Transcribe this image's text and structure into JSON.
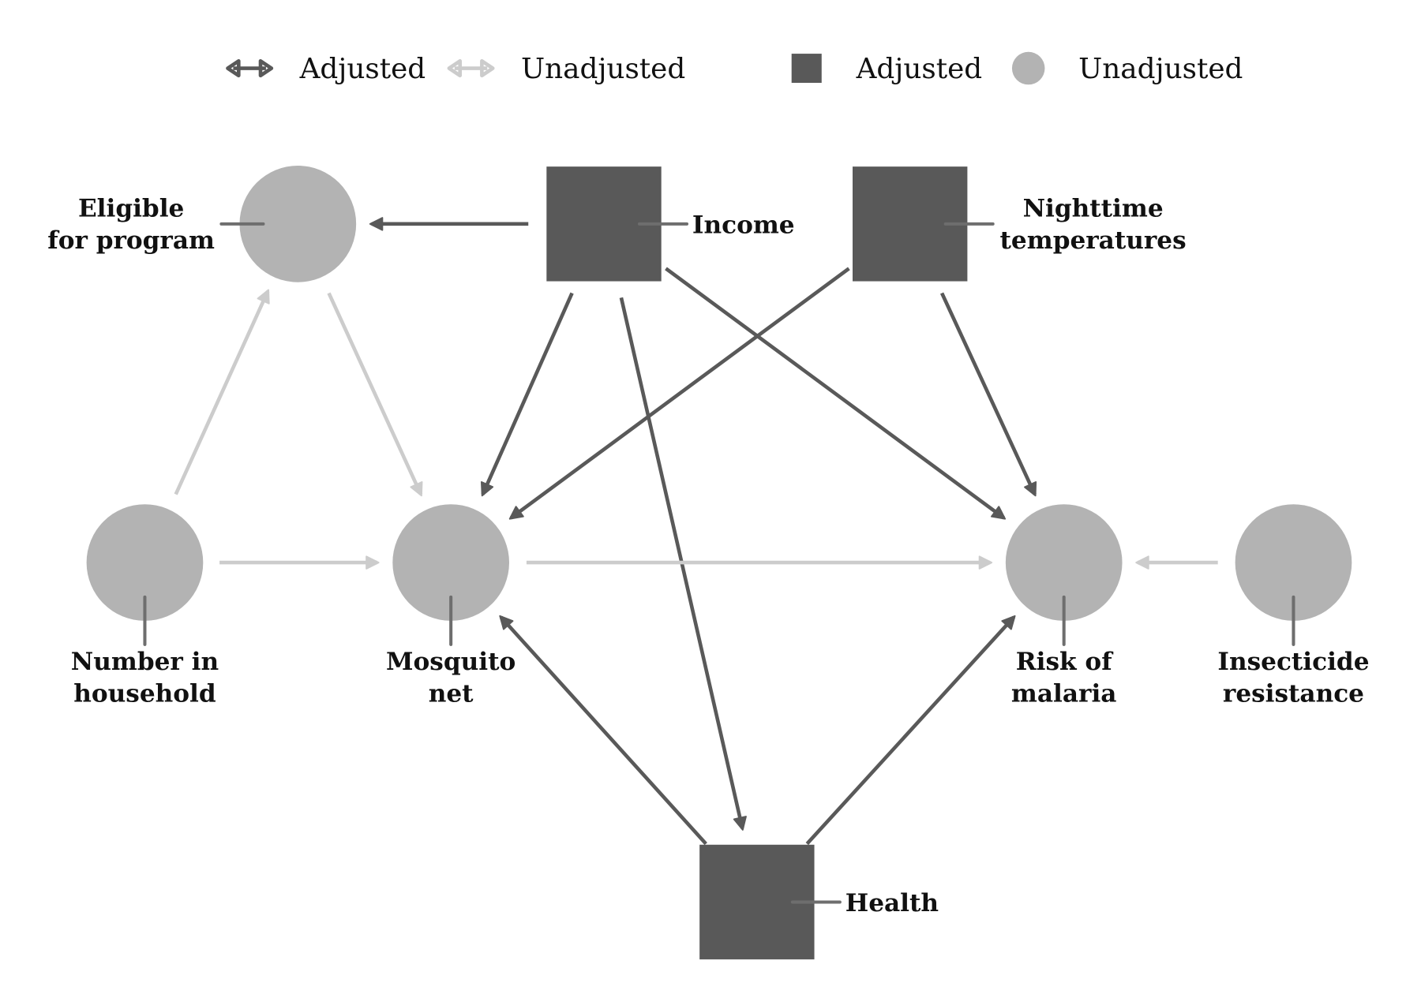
{
  "colors": {
    "adjusted": "#595959",
    "unadjusted_node": "#b3b3b3",
    "unadjusted_edge": "#cccccc",
    "leader": "#6e6e6e",
    "text": "#111111"
  },
  "legend": {
    "edge_adjusted_label": "Adjusted",
    "edge_unadjusted_label": "Unadjusted",
    "node_adjusted_label": "Adjusted",
    "node_unadjusted_label": "Unadjusted"
  },
  "nodes": [
    {
      "id": "eligible",
      "status": "unadjusted",
      "shape": "circle",
      "label_lines": [
        "Eligible",
        "for program"
      ]
    },
    {
      "id": "income",
      "status": "adjusted",
      "shape": "square",
      "label_lines": [
        "Income"
      ]
    },
    {
      "id": "nighttime",
      "status": "adjusted",
      "shape": "square",
      "label_lines": [
        "Nighttime",
        "temperatures"
      ]
    },
    {
      "id": "household",
      "status": "unadjusted",
      "shape": "circle",
      "label_lines": [
        "Number in",
        "household"
      ]
    },
    {
      "id": "net",
      "status": "unadjusted",
      "shape": "circle",
      "label_lines": [
        "Mosquito",
        "net"
      ]
    },
    {
      "id": "malaria",
      "status": "unadjusted",
      "shape": "circle",
      "label_lines": [
        "Risk of",
        "malaria"
      ]
    },
    {
      "id": "insecticide",
      "status": "unadjusted",
      "shape": "circle",
      "label_lines": [
        "Insecticide",
        "resistance"
      ]
    },
    {
      "id": "health",
      "status": "adjusted",
      "shape": "square",
      "label_lines": [
        "Health"
      ]
    }
  ],
  "edges": [
    {
      "from": "income",
      "to": "eligible",
      "status": "adjusted"
    },
    {
      "from": "income",
      "to": "net",
      "status": "adjusted"
    },
    {
      "from": "income",
      "to": "health",
      "status": "adjusted"
    },
    {
      "from": "income",
      "to": "malaria",
      "status": "adjusted"
    },
    {
      "from": "nighttime",
      "to": "net",
      "status": "adjusted"
    },
    {
      "from": "nighttime",
      "to": "malaria",
      "status": "adjusted"
    },
    {
      "from": "health",
      "to": "net",
      "status": "adjusted"
    },
    {
      "from": "health",
      "to": "malaria",
      "status": "adjusted"
    },
    {
      "from": "household",
      "to": "eligible",
      "status": "unadjusted"
    },
    {
      "from": "eligible",
      "to": "net",
      "status": "unadjusted"
    },
    {
      "from": "household",
      "to": "net",
      "status": "unadjusted"
    },
    {
      "from": "net",
      "to": "malaria",
      "status": "unadjusted"
    },
    {
      "from": "insecticide",
      "to": "malaria",
      "status": "unadjusted"
    }
  ]
}
